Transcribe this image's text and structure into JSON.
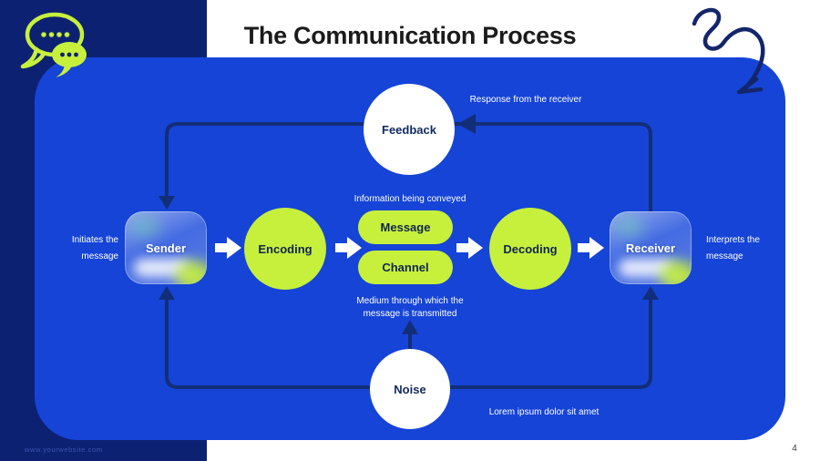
{
  "slide": {
    "title": "The Communication Process",
    "footer_url": "www.yourwebsite.com",
    "page_number": "4"
  },
  "diagram": {
    "nodes": {
      "feedback": "Feedback",
      "sender": "Sender",
      "encoding": "Encoding",
      "message": "Message",
      "channel": "Channel",
      "decoding": "Decoding",
      "receiver": "Receiver",
      "noise": "Noise"
    },
    "labels": {
      "response_from_receiver": "Response from the receiver",
      "information_conveyed": "Information being conveyed",
      "medium_line1": "Medium through which the",
      "medium_line2": "message is transmitted",
      "initiates_line1": "Initiates the",
      "initiates_line2": "message",
      "interprets_line1": "Interprets the",
      "interprets_line2": "message",
      "noise_caption": "Lorem ipsum dolor sit amet"
    }
  },
  "icons": {
    "chat_bubbles": "chat-bubbles-icon",
    "squiggle_arrow": "squiggle-arrow-icon"
  },
  "colors": {
    "sidebar_navy": "#0d2173",
    "panel_blue": "#1544d7",
    "line_navy": "#132e78",
    "lime_green": "#c6f03c",
    "node_text_navy": "#122a5e",
    "white": "#ffffff"
  }
}
